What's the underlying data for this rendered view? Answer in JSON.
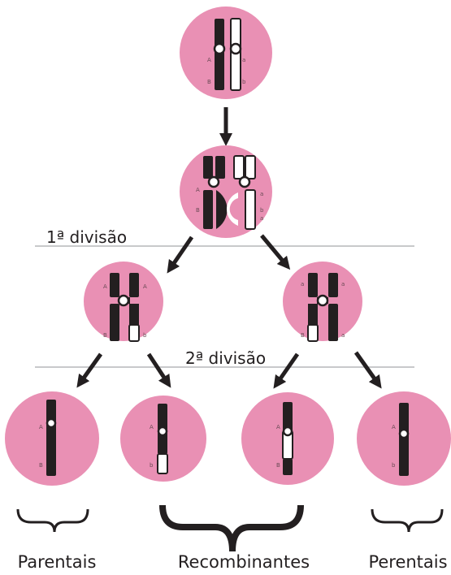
{
  "divisions": {
    "first": "1ª divisão",
    "second": "2ª divisão"
  },
  "groups": {
    "left": "Parentais",
    "middle": "Recombinantes",
    "right": "Perentais"
  },
  "alleles": {
    "A": "A",
    "a": "a",
    "B": "B",
    "b": "b"
  },
  "colors": {
    "cell": "#e990b4",
    "chromatid_dark": "#231f20",
    "chromatid_light": "#ffffff"
  }
}
